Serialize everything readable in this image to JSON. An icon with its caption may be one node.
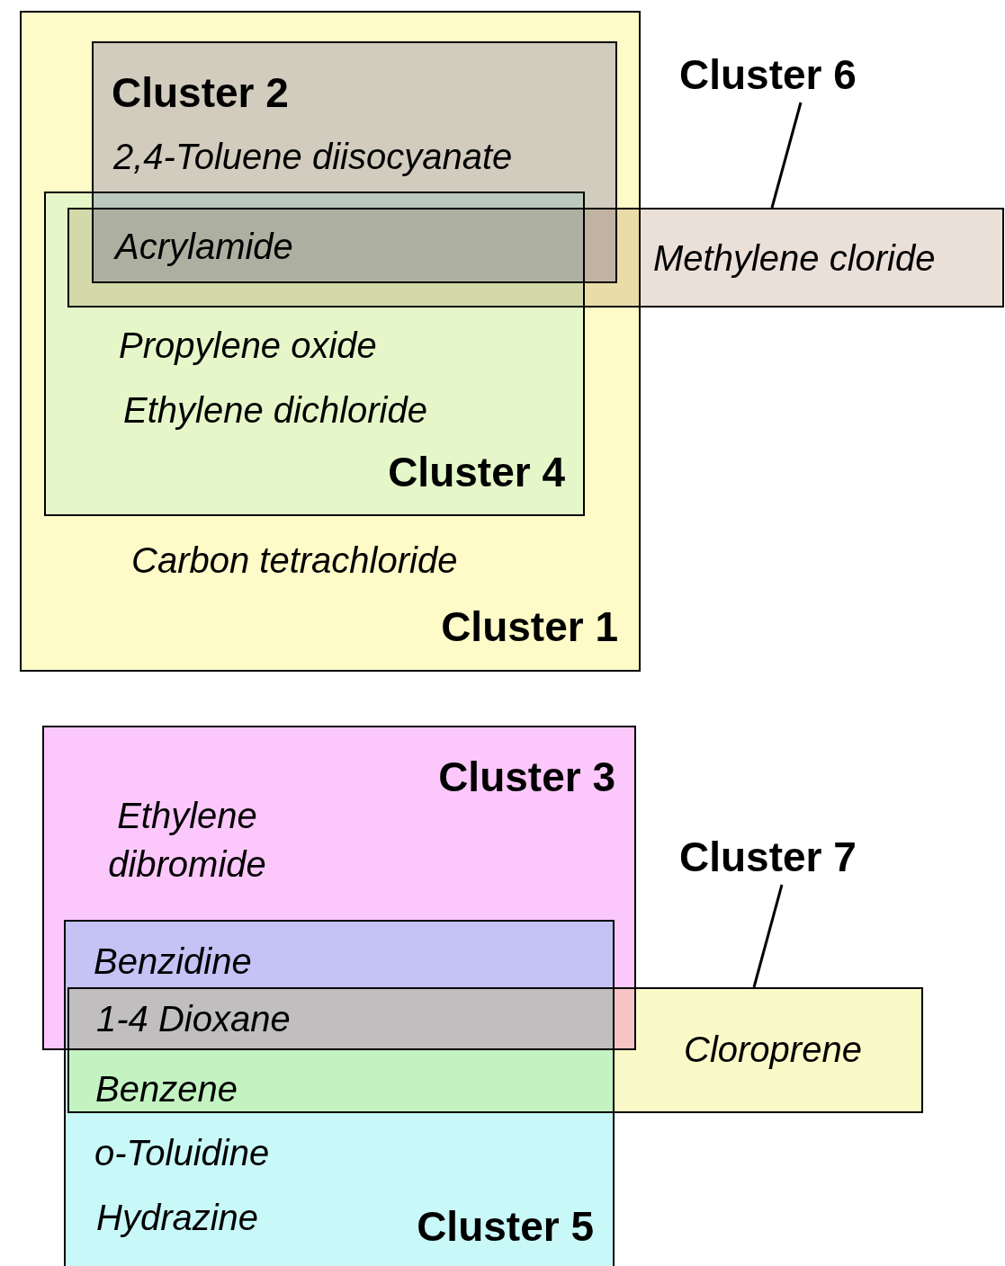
{
  "diagram": {
    "nodes": [
      {
        "text": [
          "Carbon tetrachloride",
          "Cluster 1"
        ]
      },
      {
        "text": [
          "Cluster 2",
          "2,4-Toluene diisocyanate"
        ],
        "in": 0
      },
      {
        "text": [
          "Propylene oxide",
          "Ethylene dichloride",
          "Cluster 4"
        ],
        "in": 0
      },
      {
        "text": [
          "Methylene cloride"
        ]
      },
      {
        "text": [
          "Cluster 6"
        ]
      },
      {
        "text": [
          "Cluster 3",
          "Ethylene dibromide"
        ]
      },
      {
        "text": [
          "o-Toluidine",
          "Hydrazine",
          "Cluster 5"
        ]
      },
      {
        "text": [
          "Cloroprene"
        ]
      },
      {
        "text": [
          "Cluster 7"
        ]
      }
    ],
    "edges": [
      {
        "from": 4,
        "to": 3,
        "arrow": "none"
      },
      {
        "from": 8,
        "to": 7,
        "arrow": "none"
      }
    ],
    "labels": [
      "Acrylamide",
      "Benzidine",
      "1-4 Dioxane",
      "Benzene"
    ]
  }
}
